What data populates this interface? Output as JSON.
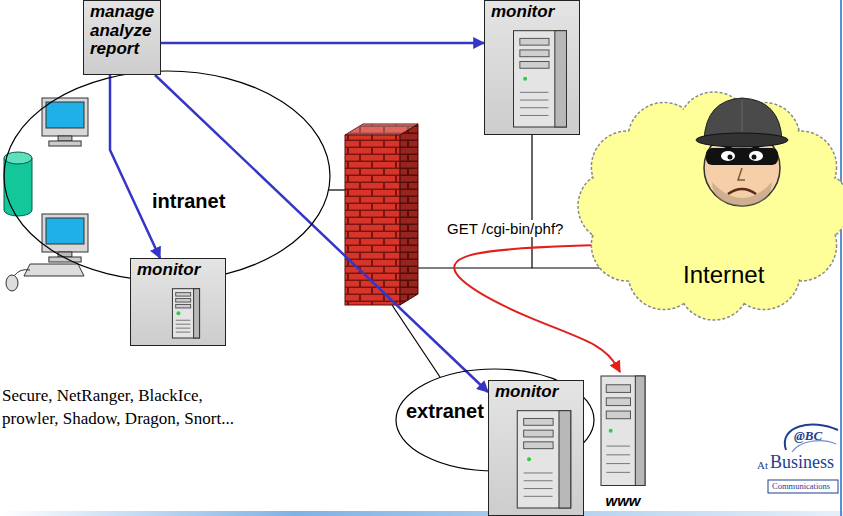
{
  "diagram": {
    "nodes": [
      {
        "text": [
          "manage analyze report"
        ]
      },
      {
        "text": [
          "monitor"
        ]
      },
      {
        "text": [
          "intranet"
        ]
      },
      {
        "text": [
          "Internet"
        ]
      },
      {
        "text": [
          "monitor"
        ]
      },
      {
        "text": [
          "extranet"
        ]
      },
      {
        "text": [
          "monitor"
        ]
      },
      {
        "text": [
          "www"
        ]
      }
    ],
    "edges": [
      {
        "from": 0,
        "to": 1,
        "arrow": "to"
      },
      {
        "from": 0,
        "to": 4,
        "arrow": "to"
      },
      {
        "from": 0,
        "to": 6,
        "arrow": "to"
      },
      {
        "from": 3,
        "to": 7,
        "arrow": "to",
        "label": "GET /cgi-bin/phf?"
      }
    ],
    "labels": [
      "Secure, NetRanger, BlackIce,",
      "prowler, Shadow, Dragon, Snort...",
      "@BC",
      "At",
      "Business",
      "Communications"
    ]
  }
}
